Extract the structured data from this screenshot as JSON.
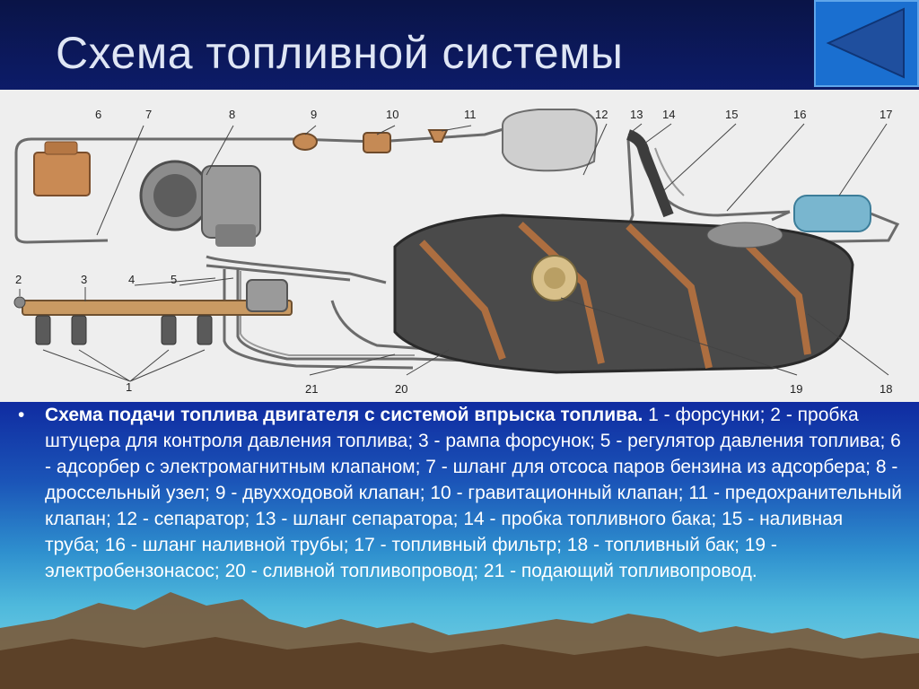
{
  "slide": {
    "title": "Схема топливной системы",
    "back_button_icon": "triangle-left-icon",
    "colors": {
      "back_button": "#1a6fd0",
      "title_text": "#dfe6f5",
      "caption_text": "#ffffff"
    }
  },
  "diagram": {
    "callouts": [
      "1",
      "2",
      "3",
      "4",
      "5",
      "6",
      "7",
      "8",
      "9",
      "10",
      "11",
      "12",
      "13",
      "14",
      "15",
      "16",
      "17",
      "18",
      "19",
      "20",
      "21"
    ]
  },
  "caption": {
    "bullet": "•",
    "heading": "Схема подачи топлива двигателя с системой впрыска топлива.",
    "body": " 1 - форсунки; 2 - пробка штуцера для контроля давления топлива; 3 - рампа форсунок; 5 - регулятор давления топлива; 6 - адсорбер с электромагнитным клапаном; 7 - шланг для отсоса паров бензина из адсорбера; 8 - дроссельный узел; 9 - двухходовой клапан; 10 - гравитационный клапан; 11 - предохранительный клапан; 12 - сепаратор; 13 - шланг сепаратора; 14 - пробка топливного бака; 15 - наливная труба; 16 - шланг наливной трубы; 17 - топливный фильтр; 18 - топливный бак; 19 - электробензонасос; 20 - сливной топливопровод; 21 - подающий топливопровод."
  }
}
